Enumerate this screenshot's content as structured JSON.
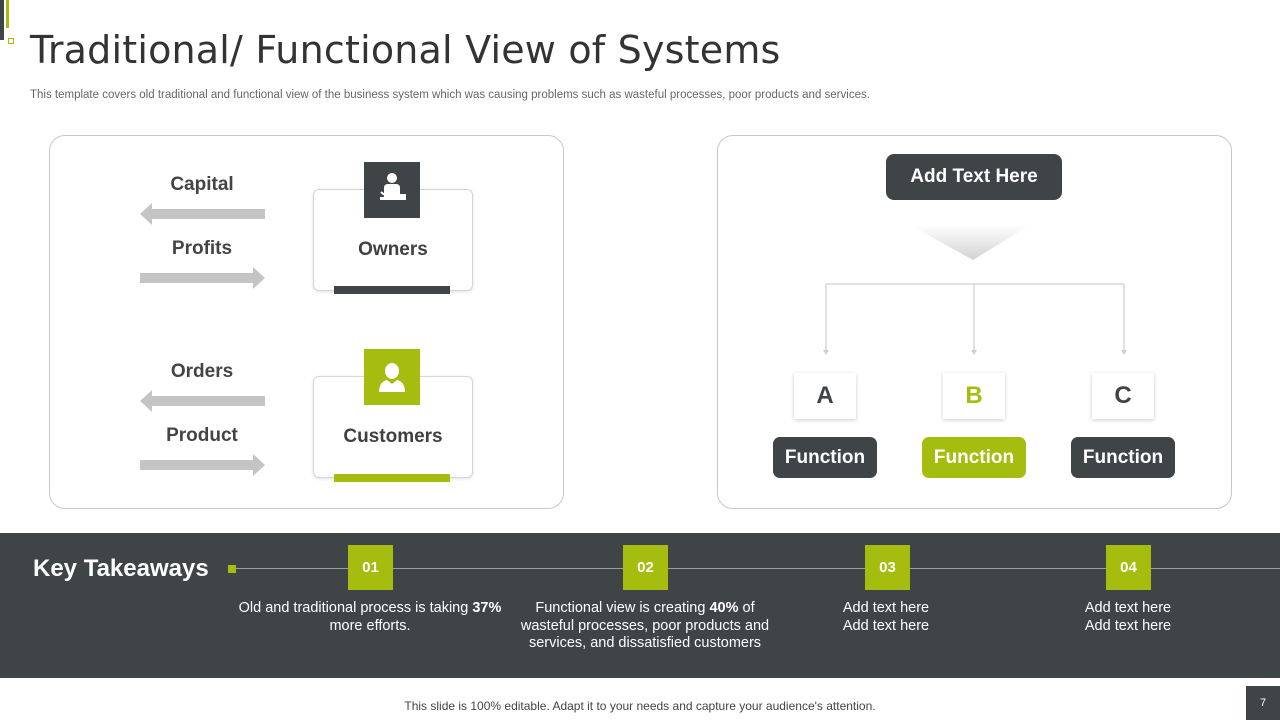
{
  "slide": {
    "title": "Traditional/ Functional View of Systems",
    "subtitle": "This template covers old traditional and functional view of the business system which was causing problems such as wasteful processes, poor products and services.",
    "footer": "This slide is 100% editable. Adapt it to your needs and capture your audience's attention.",
    "page_number": "7"
  },
  "left_panel": {
    "owners": {
      "label": "Owners",
      "icon": "person-with-laptop-icon",
      "flows": [
        {
          "label": "Capital",
          "direction": "left"
        },
        {
          "label": "Profits",
          "direction": "right"
        }
      ]
    },
    "customers": {
      "label": "Customers",
      "icon": "user-icon",
      "flows": [
        {
          "label": "Orders",
          "direction": "left"
        },
        {
          "label": "Product",
          "direction": "right"
        }
      ]
    }
  },
  "right_panel": {
    "header": "Add Text Here",
    "items": [
      {
        "letter": "A",
        "function": "Function"
      },
      {
        "letter": "B",
        "function": "Function"
      },
      {
        "letter": "C",
        "function": "Function"
      }
    ]
  },
  "takeaways": {
    "title": "Key Takeaways",
    "items": [
      {
        "num": "01",
        "text_parts": [
          "Old and traditional process is taking ",
          "37%",
          " more efforts."
        ]
      },
      {
        "num": "02",
        "text_parts": [
          "Functional view is creating ",
          "40%",
          " of wasteful processes, poor products and services, and dissatisfied customers"
        ]
      },
      {
        "num": "03",
        "lines": [
          "Add text here",
          "Add text here"
        ]
      },
      {
        "num": "04",
        "lines": [
          "Add text here",
          "Add text here"
        ]
      }
    ]
  },
  "colors": {
    "dark": "#3f4547",
    "accent": "#a4bd0e",
    "arrow": "#c4c4c4"
  }
}
